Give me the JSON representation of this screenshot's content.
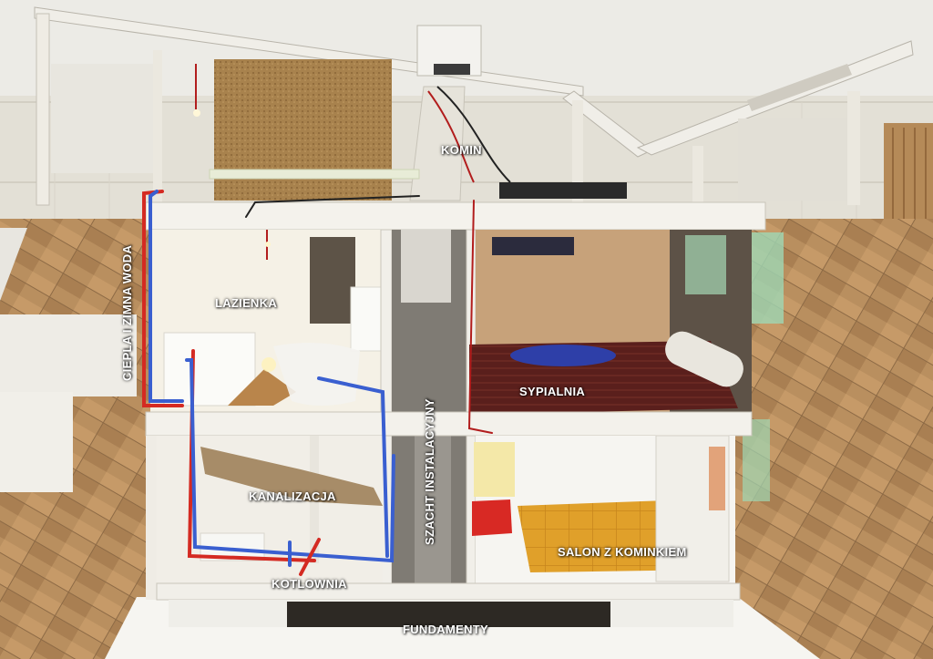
{
  "labels": {
    "komin": "KOMIN",
    "lazienka": "LAZIENKA",
    "ciepla_zimna_woda": "CIEPLA I ZIMNA WODA",
    "sypialnia": "SYPIALNIA",
    "szacht": "SZACHT INSTALACYJNY",
    "kanalizacja": "KANALIZACJA",
    "salon": "SALON Z KOMINKIEM",
    "kotlownia": "KOTLOWNIA",
    "fundamenty": "FUNDAMENTY"
  },
  "colors": {
    "floor_wood": "#b98f5f",
    "wall_back": "#ece9e2",
    "foam_board": "#f4f2ec",
    "cork": "#a8824d",
    "pipe_red": "#d42a22",
    "pipe_blue": "#3a5fd0",
    "bedroom_carpet": "#5a1f1c",
    "salon_rug": "#e0a02a",
    "label_text": "#ffffff"
  }
}
